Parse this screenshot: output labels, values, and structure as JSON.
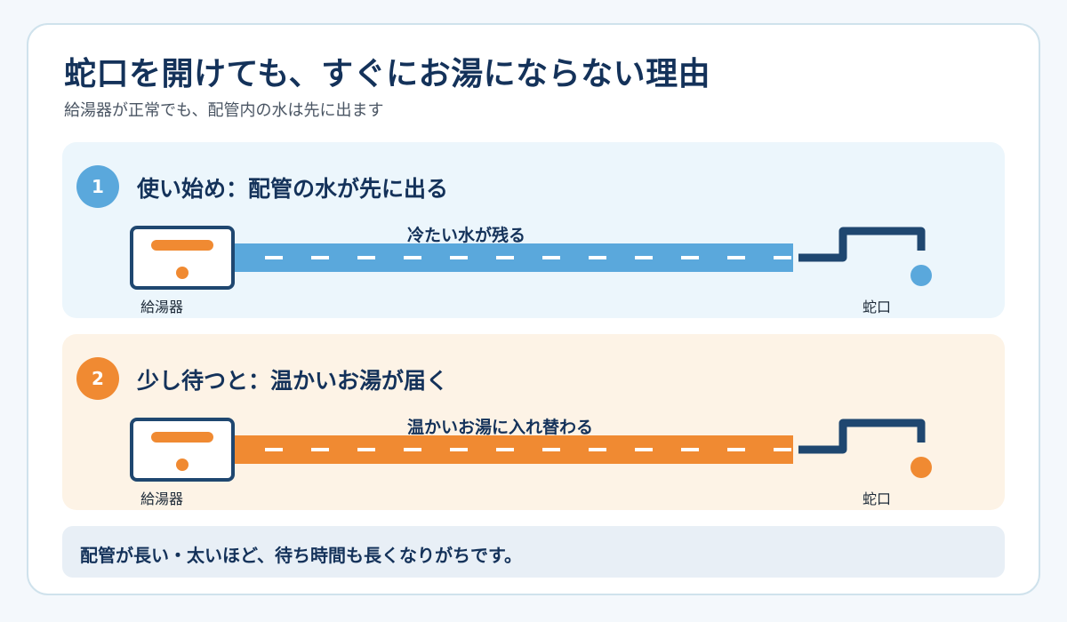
{
  "header": {
    "title": "蛇口を開けても、すぐにお湯にならない理由",
    "subtitle": "給湯器が正常でも、配管内の水は先に出ます"
  },
  "steps": [
    {
      "number": "1",
      "title": "使い始め：配管の水が先に出る",
      "pipe_label": "冷たい水が残る",
      "heater_label": "給湯器",
      "faucet_label": "蛇口",
      "color": "#5aa8dc",
      "icons": [
        "water-heater-icon",
        "faucet-icon"
      ]
    },
    {
      "number": "2",
      "title": "少し待つと：温かいお湯が届く",
      "pipe_label": "温かいお湯に入れ替わる",
      "heater_label": "給湯器",
      "faucet_label": "蛇口",
      "color": "#f08a32",
      "icons": [
        "water-heater-icon",
        "faucet-icon"
      ]
    }
  ],
  "note": {
    "text": "配管が長い・太いほど、待ち時間も長くなりがちです。"
  },
  "colors": {
    "navy": "#1f4770",
    "cold_water": "#5aa8dc",
    "hot_water": "#f08a32",
    "panel_blue": "#ecf6fc",
    "panel_orange": "#fdf3e6",
    "note_bg": "#e8eff6"
  }
}
